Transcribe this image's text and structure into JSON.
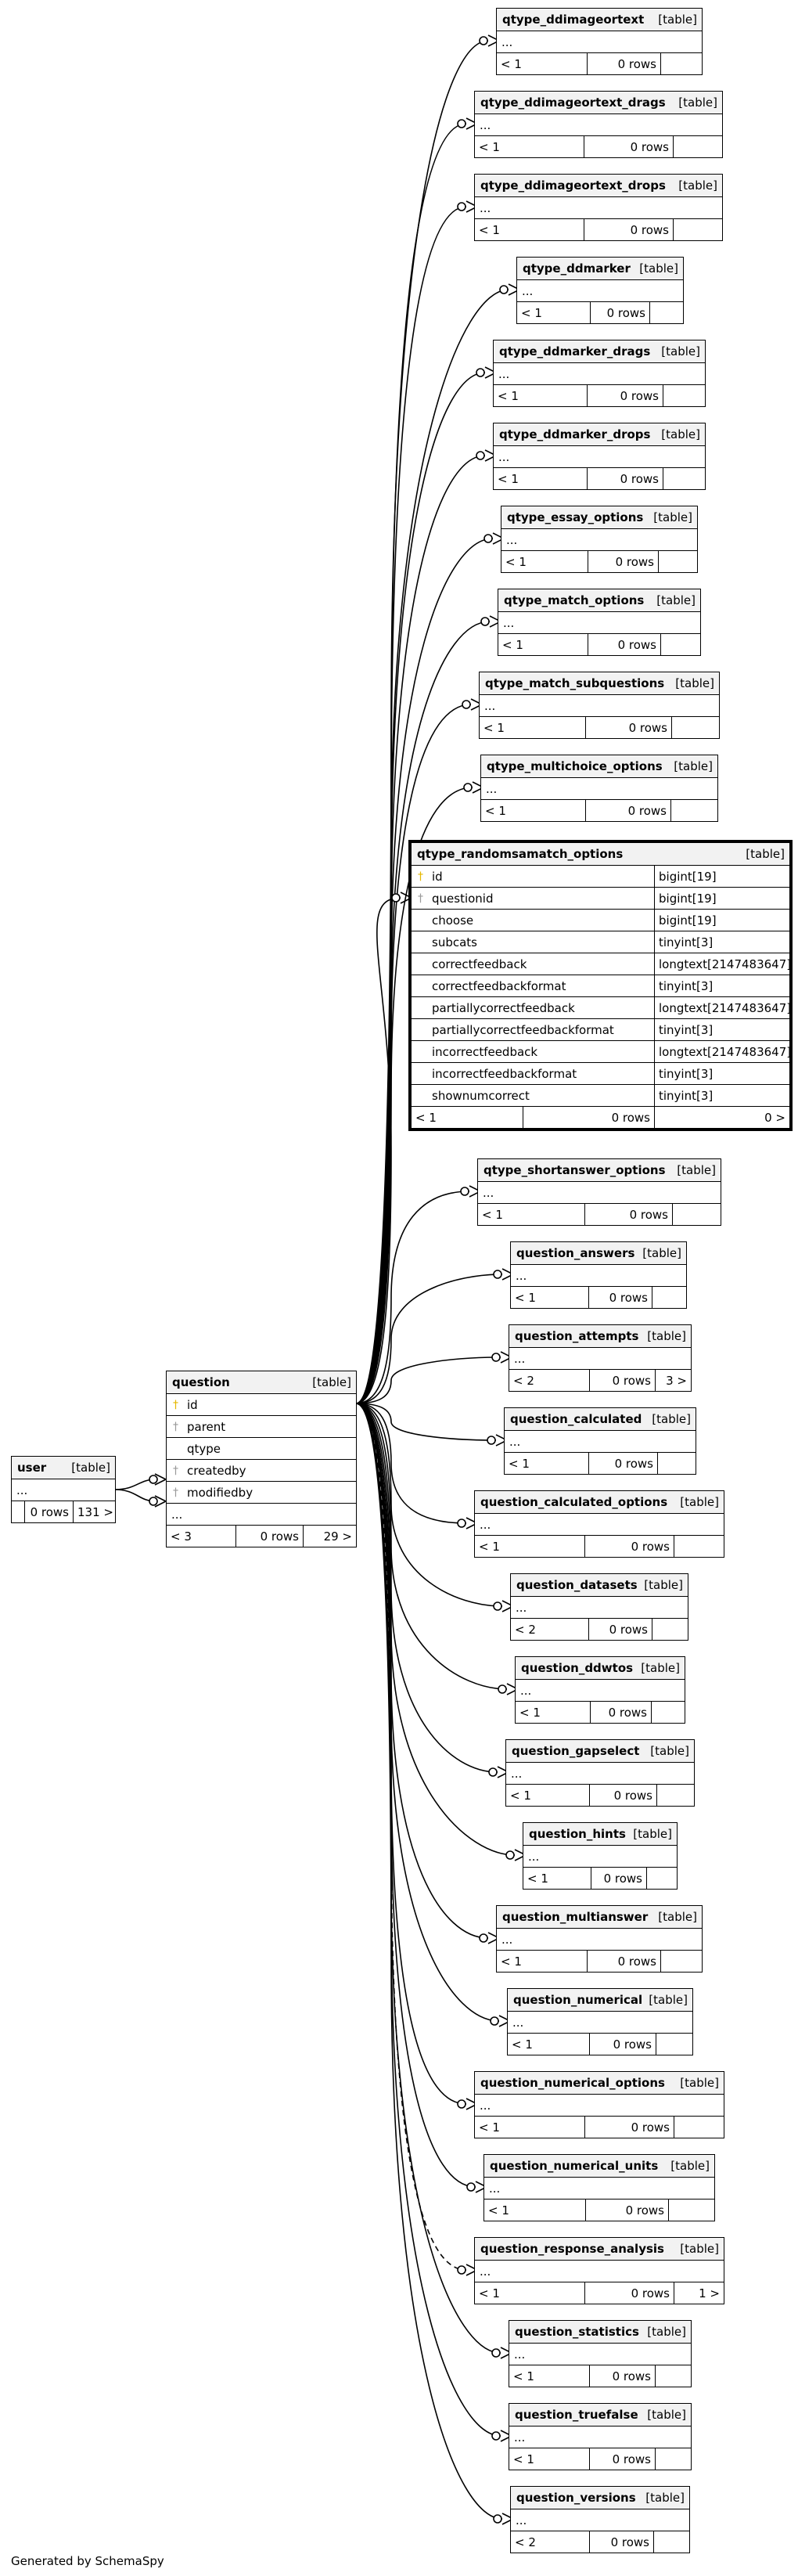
{
  "footer": "Generated by SchemaSpy",
  "table_tag": "[table]",
  "user": {
    "name": "user",
    "ellipsis": "...",
    "rows": "0 rows",
    "children": "131 >"
  },
  "question": {
    "name": "question",
    "columns": [
      {
        "name": "id",
        "key": "pk"
      },
      {
        "name": "parent",
        "key": "fk"
      },
      {
        "name": "qtype",
        "key": ""
      },
      {
        "name": "createdby",
        "key": "fk"
      },
      {
        "name": "modifiedby",
        "key": "fk"
      }
    ],
    "ellipsis": "...",
    "parents": "< 3",
    "rows": "0 rows",
    "children": "29 >"
  },
  "focus": {
    "name": "qtype_randomsamatch_options",
    "columns": [
      {
        "name": "id",
        "type": "bigint[19]",
        "key": "pk"
      },
      {
        "name": "questionid",
        "type": "bigint[19]",
        "key": "fk"
      },
      {
        "name": "choose",
        "type": "bigint[19]",
        "key": ""
      },
      {
        "name": "subcats",
        "type": "tinyint[3]",
        "key": ""
      },
      {
        "name": "correctfeedback",
        "type": "longtext[2147483647]",
        "key": ""
      },
      {
        "name": "correctfeedbackformat",
        "type": "tinyint[3]",
        "key": ""
      },
      {
        "name": "partiallycorrectfeedback",
        "type": "longtext[2147483647]",
        "key": ""
      },
      {
        "name": "partiallycorrectfeedbackformat",
        "type": "tinyint[3]",
        "key": ""
      },
      {
        "name": "incorrectfeedback",
        "type": "longtext[2147483647]",
        "key": ""
      },
      {
        "name": "incorrectfeedbackformat",
        "type": "tinyint[3]",
        "key": ""
      },
      {
        "name": "shownumcorrect",
        "type": "tinyint[3]",
        "key": ""
      }
    ],
    "parents": "< 1",
    "rows": "0 rows",
    "children": "0 >"
  },
  "tables": [
    {
      "name": "qtype_ddimageortext",
      "parents": "< 1",
      "rows": "0 rows",
      "children": "",
      "ellipsis": "..."
    },
    {
      "name": "qtype_ddimageortext_drags",
      "parents": "< 1",
      "rows": "0 rows",
      "children": "",
      "ellipsis": "..."
    },
    {
      "name": "qtype_ddimageortext_drops",
      "parents": "< 1",
      "rows": "0 rows",
      "children": "",
      "ellipsis": "..."
    },
    {
      "name": "qtype_ddmarker",
      "parents": "< 1",
      "rows": "0 rows",
      "children": "",
      "ellipsis": "..."
    },
    {
      "name": "qtype_ddmarker_drags",
      "parents": "< 1",
      "rows": "0 rows",
      "children": "",
      "ellipsis": "..."
    },
    {
      "name": "qtype_ddmarker_drops",
      "parents": "< 1",
      "rows": "0 rows",
      "children": "",
      "ellipsis": "..."
    },
    {
      "name": "qtype_essay_options",
      "parents": "< 1",
      "rows": "0 rows",
      "children": "",
      "ellipsis": "..."
    },
    {
      "name": "qtype_match_options",
      "parents": "< 1",
      "rows": "0 rows",
      "children": "",
      "ellipsis": "..."
    },
    {
      "name": "qtype_match_subquestions",
      "parents": "< 1",
      "rows": "0 rows",
      "children": "",
      "ellipsis": "..."
    },
    {
      "name": "qtype_multichoice_options",
      "parents": "< 1",
      "rows": "0 rows",
      "children": "",
      "ellipsis": "..."
    },
    {
      "name": "qtype_shortanswer_options",
      "parents": "< 1",
      "rows": "0 rows",
      "children": "",
      "ellipsis": "..."
    },
    {
      "name": "question_answers",
      "parents": "< 1",
      "rows": "0 rows",
      "children": "",
      "ellipsis": "..."
    },
    {
      "name": "question_attempts",
      "parents": "< 2",
      "rows": "0 rows",
      "children": "3 >",
      "ellipsis": "..."
    },
    {
      "name": "question_calculated",
      "parents": "< 1",
      "rows": "0 rows",
      "children": "",
      "ellipsis": "..."
    },
    {
      "name": "question_calculated_options",
      "parents": "< 1",
      "rows": "0 rows",
      "children": "",
      "ellipsis": "..."
    },
    {
      "name": "question_datasets",
      "parents": "< 2",
      "rows": "0 rows",
      "children": "",
      "ellipsis": "..."
    },
    {
      "name": "question_ddwtos",
      "parents": "< 1",
      "rows": "0 rows",
      "children": "",
      "ellipsis": "..."
    },
    {
      "name": "question_gapselect",
      "parents": "< 1",
      "rows": "0 rows",
      "children": "",
      "ellipsis": "..."
    },
    {
      "name": "question_hints",
      "parents": "< 1",
      "rows": "0 rows",
      "children": "",
      "ellipsis": "..."
    },
    {
      "name": "question_multianswer",
      "parents": "< 1",
      "rows": "0 rows",
      "children": "",
      "ellipsis": "..."
    },
    {
      "name": "question_numerical",
      "parents": "< 1",
      "rows": "0 rows",
      "children": "",
      "ellipsis": "..."
    },
    {
      "name": "question_numerical_options",
      "parents": "< 1",
      "rows": "0 rows",
      "children": "",
      "ellipsis": "..."
    },
    {
      "name": "question_numerical_units",
      "parents": "< 1",
      "rows": "0 rows",
      "children": "",
      "ellipsis": "..."
    },
    {
      "name": "question_response_analysis",
      "parents": "< 1",
      "rows": "0 rows",
      "children": "1 >",
      "ellipsis": "..."
    },
    {
      "name": "question_statistics",
      "parents": "< 1",
      "rows": "0 rows",
      "children": "",
      "ellipsis": "..."
    },
    {
      "name": "question_truefalse",
      "parents": "< 1",
      "rows": "0 rows",
      "children": "",
      "ellipsis": "..."
    },
    {
      "name": "question_versions",
      "parents": "< 2",
      "rows": "0 rows",
      "children": "",
      "ellipsis": "..."
    }
  ]
}
